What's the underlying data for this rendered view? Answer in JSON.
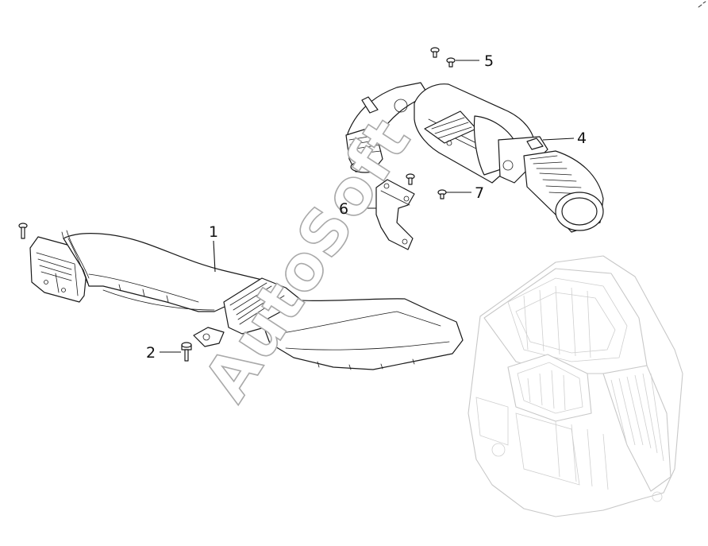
{
  "diagram": {
    "callouts": [
      {
        "id": "callout-1",
        "label": "1"
      },
      {
        "id": "callout-2",
        "label": "2"
      },
      {
        "id": "callout-4",
        "label": "4"
      },
      {
        "id": "callout-5",
        "label": "5"
      },
      {
        "id": "callout-6",
        "label": "6"
      },
      {
        "id": "callout-7",
        "label": "7"
      }
    ],
    "watermark": "AutoSoft",
    "colors": {
      "line": "#1a1a1a",
      "ghost_line": "#c8c8c8",
      "watermark_outline": "#a9a9a9",
      "background": "#ffffff"
    }
  }
}
